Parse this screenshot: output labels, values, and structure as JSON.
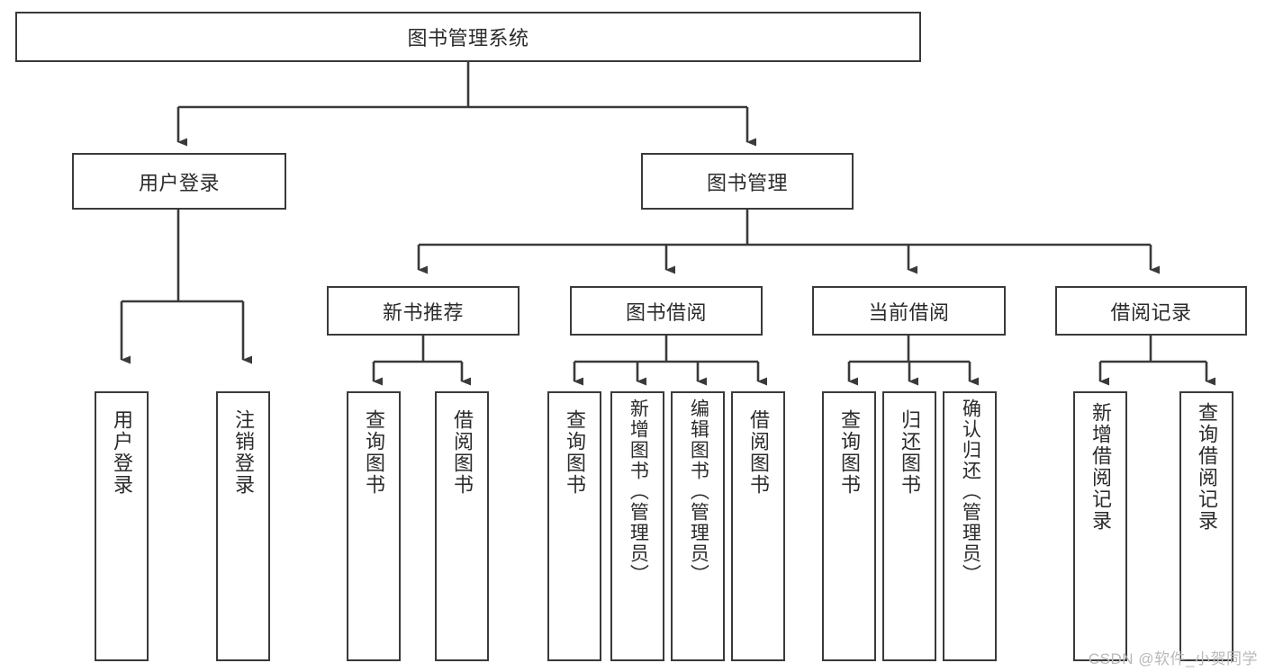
{
  "diagram": {
    "title": "图书管理系统",
    "watermark": "CSDN @软件_小贺同学",
    "stroke_color": "#3a3a3a",
    "text_color": "#2b2b2b",
    "background_color": "#ffffff",
    "root": {
      "label": "图书管理系统"
    },
    "level2": [
      {
        "label": "用户登录"
      },
      {
        "label": "图书管理"
      }
    ],
    "level3": [
      {
        "label": "新书推荐"
      },
      {
        "label": "图书借阅"
      },
      {
        "label": "当前借阅"
      },
      {
        "label": "借阅记录"
      }
    ],
    "leaves": {
      "user_login": [
        {
          "label": "用户登录"
        },
        {
          "label": "注销登录"
        }
      ],
      "new_book_recommend": [
        {
          "label": "查询图书"
        },
        {
          "label": "借阅图书"
        }
      ],
      "book_borrow": [
        {
          "label": "查询图书"
        },
        {
          "label": "新增图书（管理员）"
        },
        {
          "label": "编辑图书（管理员）"
        },
        {
          "label": "借阅图书"
        }
      ],
      "current_borrow": [
        {
          "label": "查询图书"
        },
        {
          "label": "归还图书"
        },
        {
          "label": "确认归还（管理员）"
        }
      ],
      "borrow_record": [
        {
          "label": "新增借阅记录"
        },
        {
          "label": "查询借阅记录"
        }
      ]
    }
  },
  "chart_data": {
    "type": "tree",
    "title": "图书管理系统",
    "nodes": [
      {
        "id": "root",
        "label": "图书管理系统",
        "level": 0,
        "parent": null
      },
      {
        "id": "n1",
        "label": "用户登录",
        "level": 1,
        "parent": "root"
      },
      {
        "id": "n2",
        "label": "图书管理",
        "level": 1,
        "parent": "root"
      },
      {
        "id": "n1a",
        "label": "用户登录",
        "level": 2,
        "parent": "n1"
      },
      {
        "id": "n1b",
        "label": "注销登录",
        "level": 2,
        "parent": "n1"
      },
      {
        "id": "n2a",
        "label": "新书推荐",
        "level": 2,
        "parent": "n2"
      },
      {
        "id": "n2b",
        "label": "图书借阅",
        "level": 2,
        "parent": "n2"
      },
      {
        "id": "n2c",
        "label": "当前借阅",
        "level": 2,
        "parent": "n2"
      },
      {
        "id": "n2d",
        "label": "借阅记录",
        "level": 2,
        "parent": "n2"
      },
      {
        "id": "n2a1",
        "label": "查询图书",
        "level": 3,
        "parent": "n2a"
      },
      {
        "id": "n2a2",
        "label": "借阅图书",
        "level": 3,
        "parent": "n2a"
      },
      {
        "id": "n2b1",
        "label": "查询图书",
        "level": 3,
        "parent": "n2b"
      },
      {
        "id": "n2b2",
        "label": "新增图书（管理员）",
        "level": 3,
        "parent": "n2b"
      },
      {
        "id": "n2b3",
        "label": "编辑图书（管理员）",
        "level": 3,
        "parent": "n2b"
      },
      {
        "id": "n2b4",
        "label": "借阅图书",
        "level": 3,
        "parent": "n2b"
      },
      {
        "id": "n2c1",
        "label": "查询图书",
        "level": 3,
        "parent": "n2c"
      },
      {
        "id": "n2c2",
        "label": "归还图书",
        "level": 3,
        "parent": "n2c"
      },
      {
        "id": "n2c3",
        "label": "确认归还（管理员）",
        "level": 3,
        "parent": "n2c"
      },
      {
        "id": "n2d1",
        "label": "新增借阅记录",
        "level": 3,
        "parent": "n2d"
      },
      {
        "id": "n2d2",
        "label": "查询借阅记录",
        "level": 3,
        "parent": "n2d"
      }
    ]
  }
}
